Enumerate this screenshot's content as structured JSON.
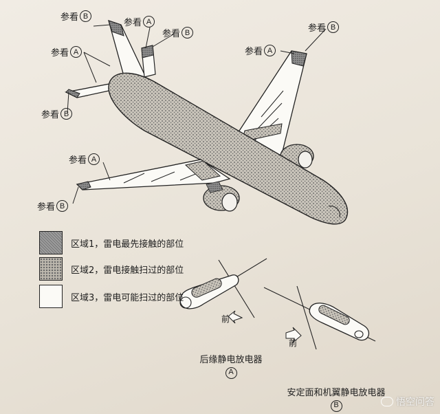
{
  "callouts": {
    "see_label": "参看",
    "A": "A",
    "B": "B"
  },
  "legend": [
    {
      "label": "区域1，雷电最先接触的部位"
    },
    {
      "label": "区域2，雷电接触扫过的部位"
    },
    {
      "label": "区域3，雷电可能扫过的部位"
    }
  ],
  "detail_a": {
    "direction_label": "前",
    "caption": "后缘静电放电器",
    "marker": "A"
  },
  "detail_b": {
    "direction_label": "前",
    "caption": "安定面和机翼静电放电器",
    "marker": "B"
  },
  "watermark": {
    "text": "悟空问答"
  }
}
